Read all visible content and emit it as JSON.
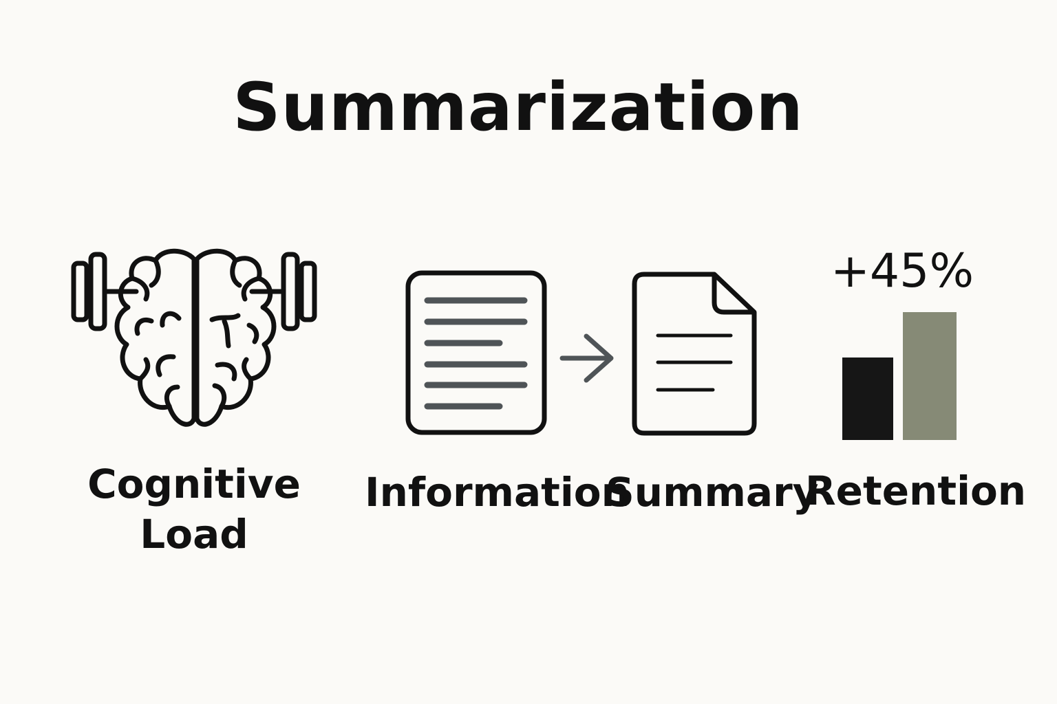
{
  "title": "Summarization",
  "cognitive_load": {
    "label_line1": "Cognitive",
    "label_line2": "Load",
    "icon": "brain-dumbbell-icon"
  },
  "information": {
    "label": "Information",
    "icon": "document-lines-icon"
  },
  "arrow": {
    "icon": "arrow-right-icon"
  },
  "summary": {
    "label": "Summary",
    "icon": "short-document-icon"
  },
  "retention": {
    "label": "Retention",
    "increase": "+45%",
    "icon": "bar-chart-icon"
  },
  "colors": {
    "background": "#fbfaf7",
    "ink": "#111111",
    "doc_lines": "#4f5457",
    "bar_before": "#161616",
    "bar_after": "#868a76"
  }
}
